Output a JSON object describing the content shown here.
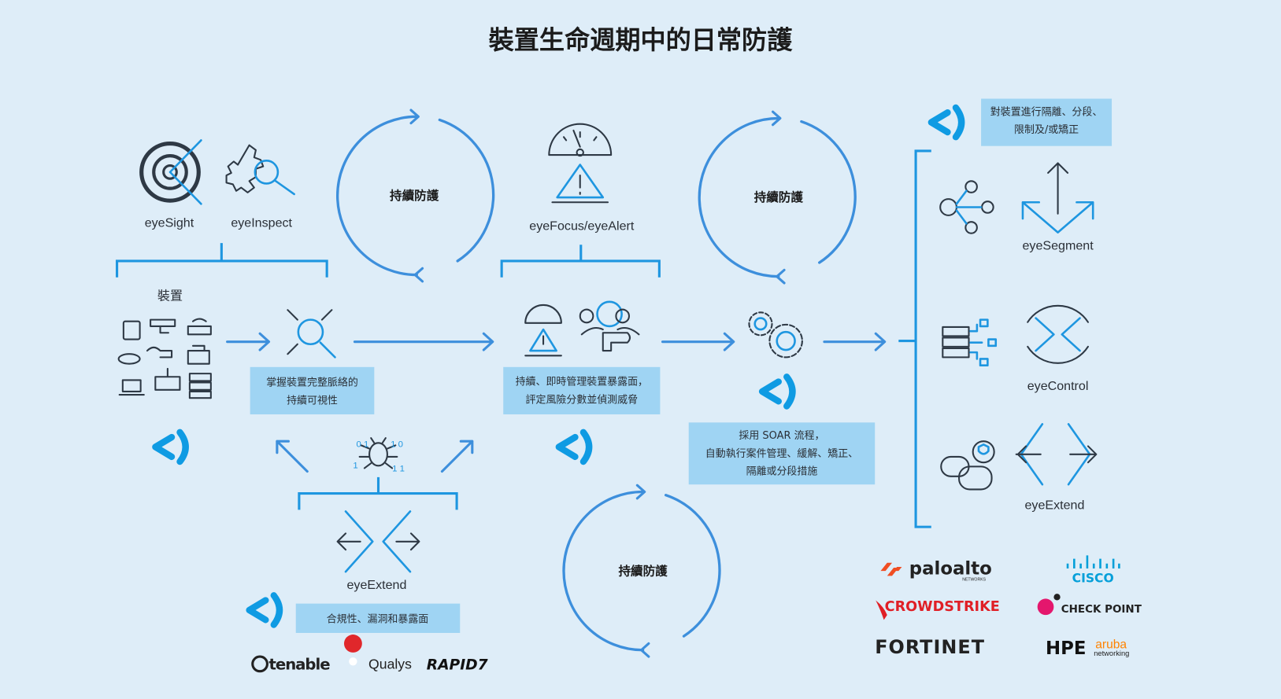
{
  "title": "裝置生命週期中的日常防護",
  "cycle_label": "持續防護",
  "products": {
    "eyesight": "eyeSight",
    "eyeinspect": "eyeInspect",
    "eyefocus": "eyeFocus/eyeAlert",
    "eyesegment": "eyeSegment",
    "eyecontrol": "eyeControl",
    "eyeextend": "eyeExtend"
  },
  "devices_label": "裝置",
  "boxes": {
    "visibility": [
      "掌握裝置完整脈絡的",
      "持續可視性"
    ],
    "exposure": [
      "持續、即時管理裝置暴露面，",
      "評定風險分數並偵測威脅"
    ],
    "soar": [
      "採用 SOAR 流程，",
      "自動執行案件管理、緩解、矯正、",
      "隔離或分段措施"
    ],
    "isolate": [
      "對裝置進行隔離、分段、",
      "限制及/或矯正"
    ],
    "compliance": "合規性、漏洞和暴露面"
  },
  "partners_left": [
    "tenable",
    "Qualys",
    "RAPID7"
  ],
  "partners_right": [
    "paloalto",
    "NETWORKS",
    "CISCO",
    "CROWDSTRIKE",
    "CHECK POINT",
    "FORTINET",
    "HPE",
    "aruba",
    "networking"
  ],
  "colors": {
    "background": "#deedf8",
    "accent": "#1e96e0",
    "box": "#9fd4f3"
  }
}
